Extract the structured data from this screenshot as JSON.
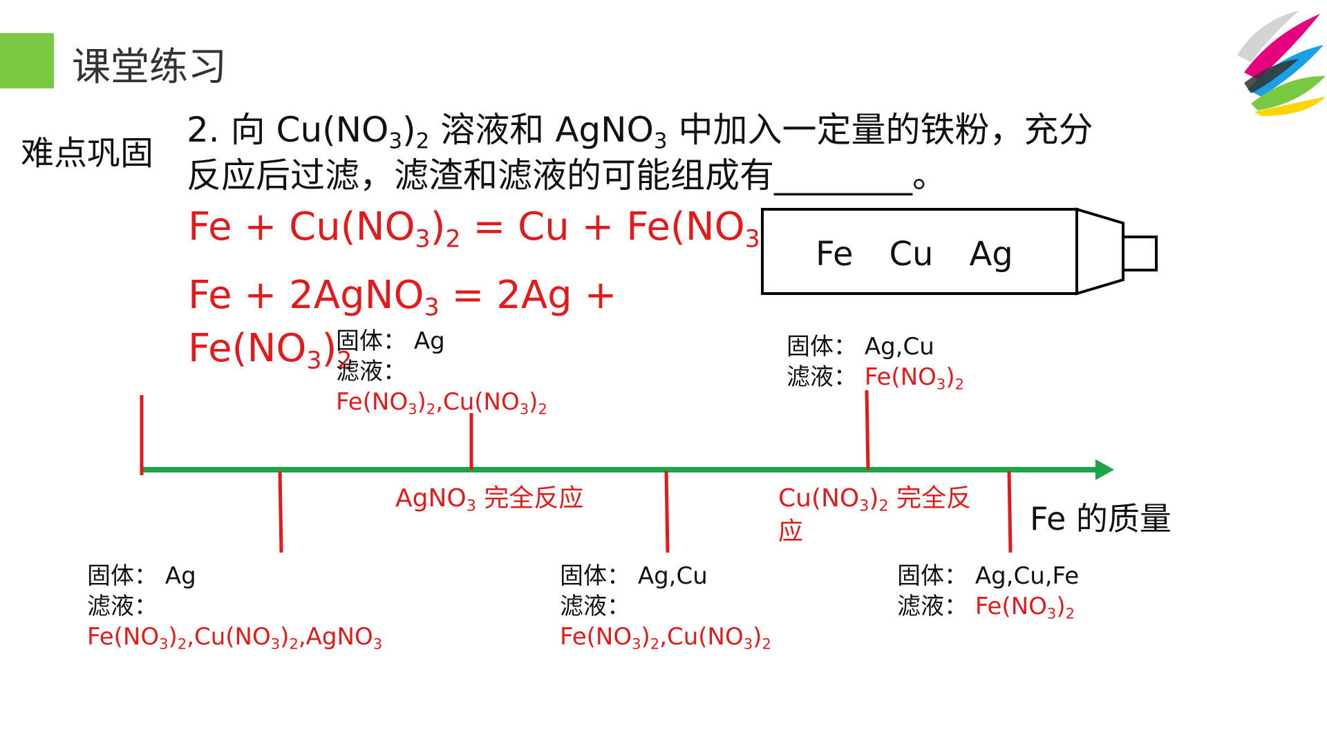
{
  "header": {
    "title": "课堂练习"
  },
  "side_label": "难点巩固",
  "question": {
    "number": "2.",
    "text_a": "向",
    "formula_a": "Cu(NO",
    "text_b": "溶液和",
    "formula_b": "AgNO",
    "text_c": "中加入一定量的铁粉，充分反应后过滤，滤渣和滤液的可能组成有",
    "blank": "________",
    "end": "。"
  },
  "equations": {
    "eq1_left": "Fe + Cu(NO",
    "eq1_mid": "= Cu + Fe(NO",
    "eq2": "Fe + 2AgNO",
    "eq2_rest": "= 2Ag +",
    "eq3": "Fe(NO"
  },
  "tube": {
    "metals": [
      "Fe",
      "Cu",
      "Ag"
    ]
  },
  "axis": {
    "label": "Fe 的质量"
  },
  "annotations": {
    "agno3_complete": "AgNO",
    "agno3_complete_tail": "完全反应",
    "cuno3_complete": "Cu(NO",
    "cuno3_complete_tail": "完全反",
    "cuno3_complete_wrap": "应"
  },
  "labels": {
    "solid": "固体：",
    "filtrate": "滤液："
  },
  "states": [
    {
      "solid": "Ag",
      "filtrate": "Fe(NO3)2,Cu(NO3)2,AgNO3"
    },
    {
      "solid": "Ag",
      "filtrate": "Fe(NO3)2,Cu(NO3)2"
    },
    {
      "solid": "Ag,Cu",
      "filtrate": "Fe(NO3)2,Cu(NO3)2"
    },
    {
      "solid": "Ag,Cu",
      "filtrate": "Fe(NO3)2"
    },
    {
      "solid": "Ag,Cu,Fe",
      "filtrate": "Fe(NO3)2"
    }
  ],
  "colors": {
    "accent_green": "#7ac943",
    "axis_green": "#1aa54a",
    "red": "#e31a1c"
  }
}
